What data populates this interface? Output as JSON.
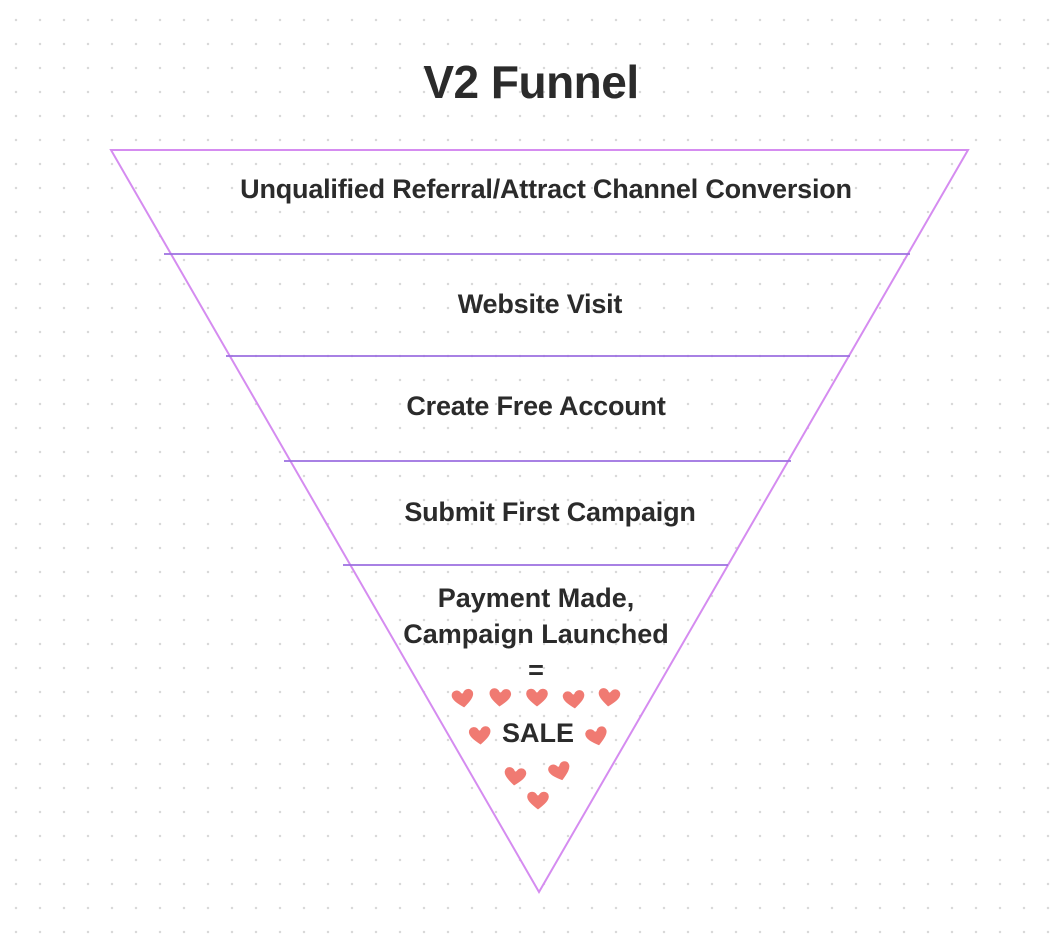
{
  "title": "V2 Funnel",
  "stages": [
    {
      "label": "Unqualified Referral/Attract Channel Conversion"
    },
    {
      "label": "Website Visit"
    },
    {
      "label": "Create Free Account"
    },
    {
      "label": "Submit First Campaign"
    }
  ],
  "final_stage": {
    "line1": "Payment Made,",
    "line2": "Campaign Launched",
    "equals": "=",
    "result": "SALE"
  },
  "colors": {
    "funnel_outline": "#d58cf0",
    "divider": "#9b6fe0",
    "heart": "#f07a72",
    "text": "#2b2b2b"
  },
  "icons": {
    "decoration": "heart-icon"
  }
}
